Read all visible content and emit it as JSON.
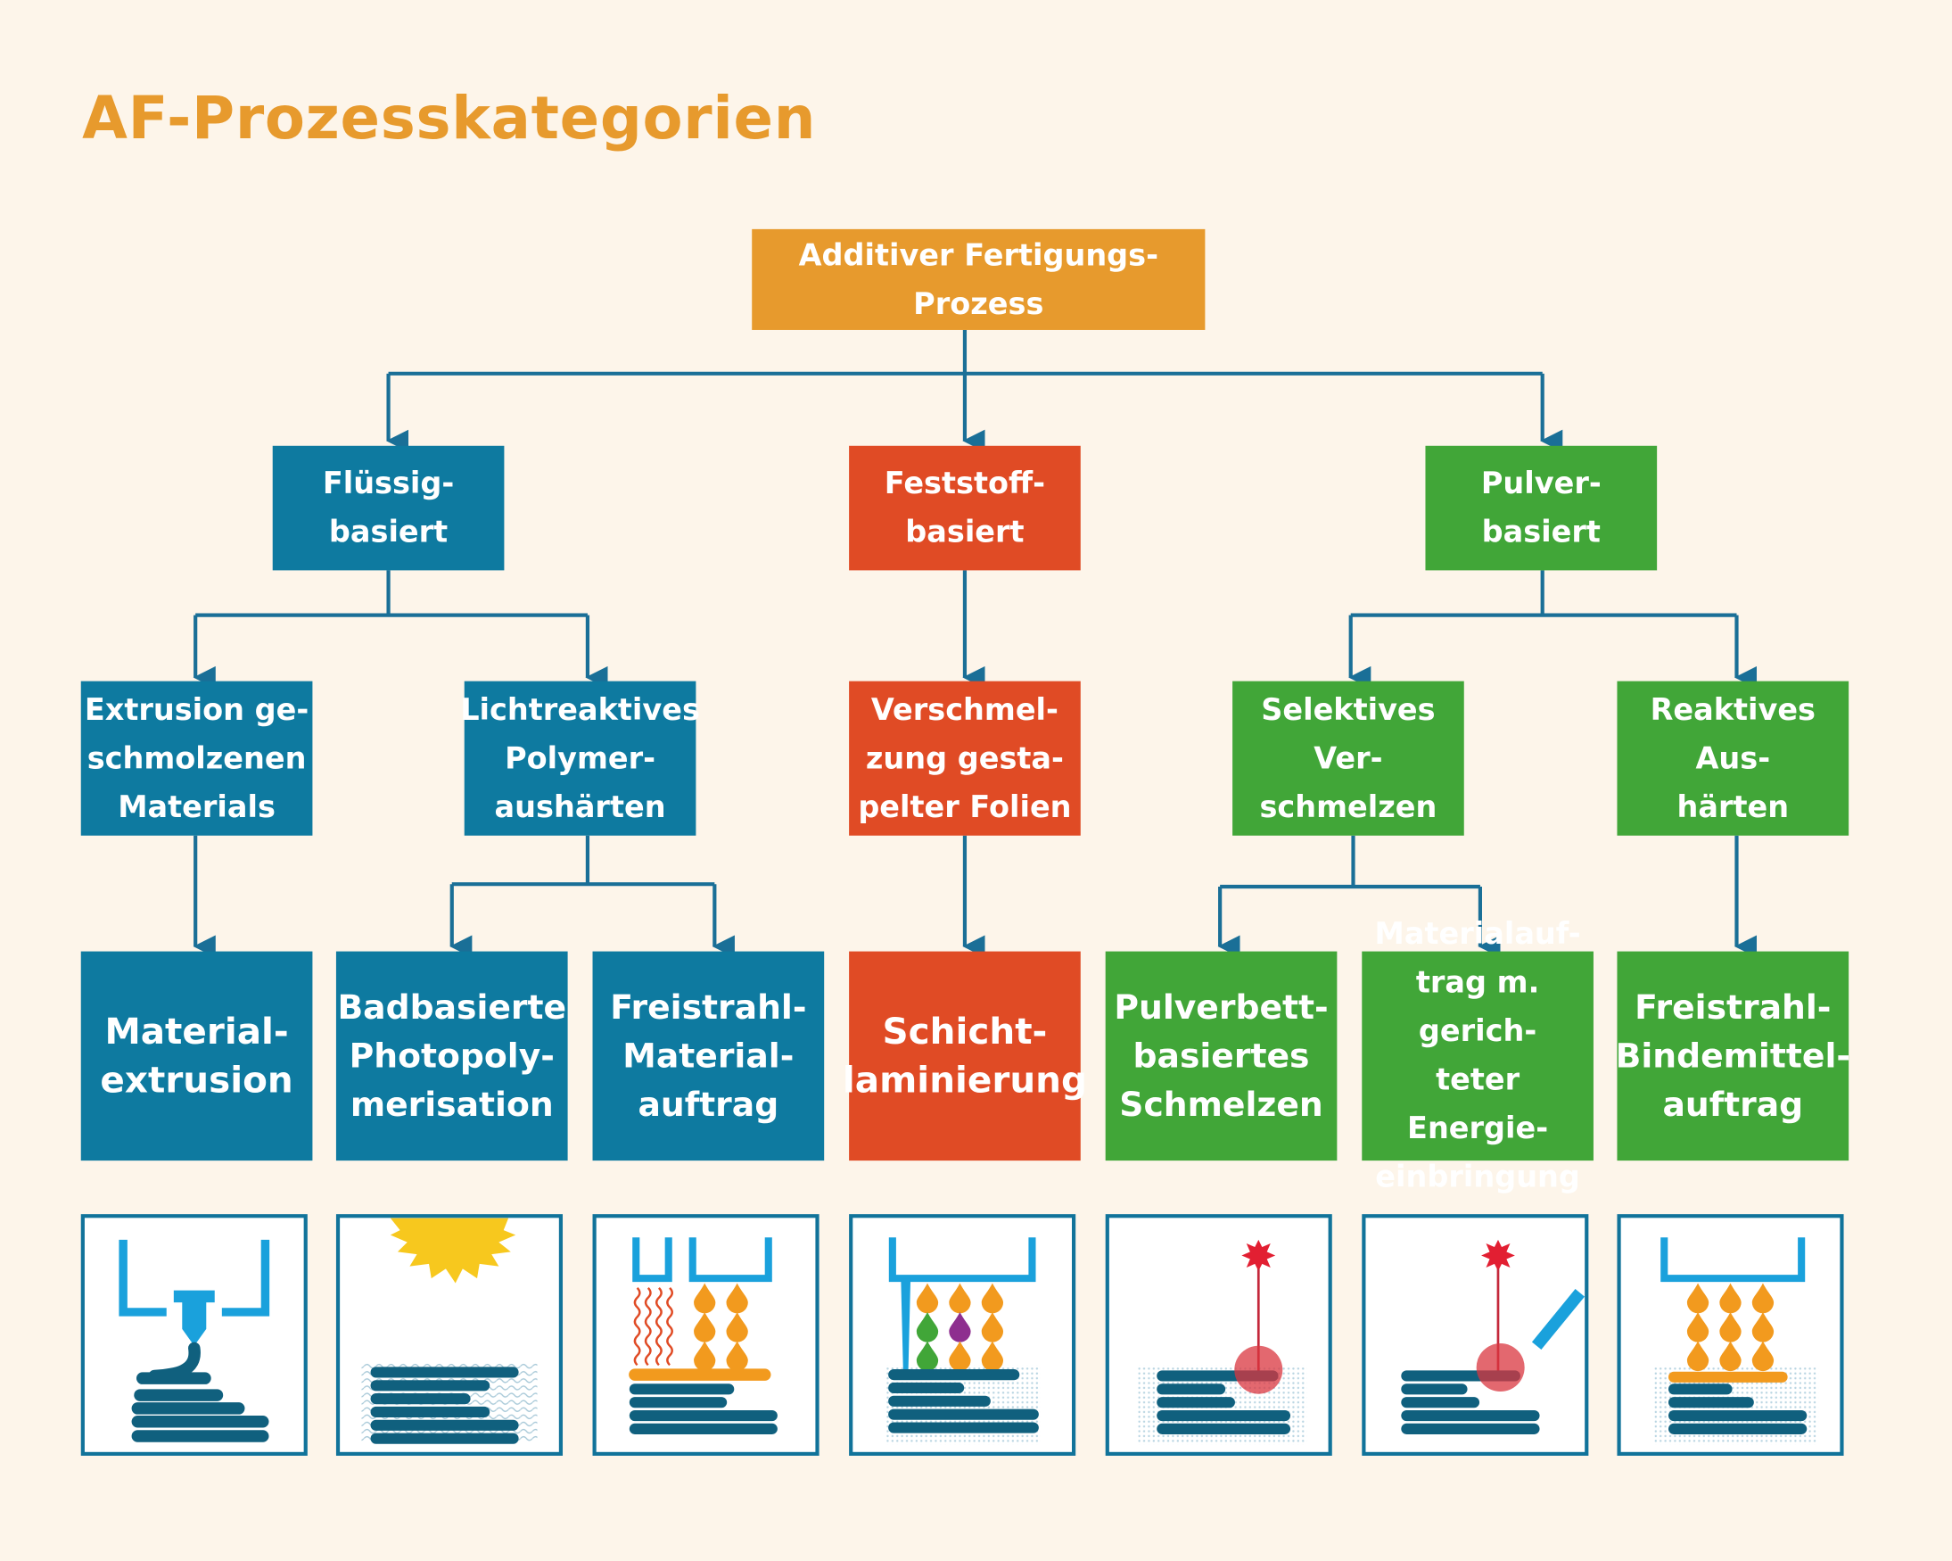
{
  "title": "AF-Prozesskategorien",
  "colors": {
    "accent_orange": "#e79a2d",
    "liquid_blue": "#0e7aa0",
    "solid_red": "#e04b25",
    "powder_green": "#41a638",
    "connector": "#1a6f97",
    "background": "#fdf5ea"
  },
  "root": "Additiver Fertigungs-\nProzess",
  "categories": {
    "liquid": "Flüssig-\nbasiert",
    "solid": "Feststoff-\nbasiert",
    "powder": "Pulver-\nbasiert"
  },
  "subcategories": {
    "extrusion": "Extrusion ge-\nschmolzenen\nMaterials",
    "photopolymer": "Lichtreaktives\nPolymer-\naushärten",
    "foil": "Verschmel-\nzung gesta-\npelter Folien",
    "selective": "Selektives Ver-\nschmelzen",
    "reactive": "Reaktives Aus-\nhärten"
  },
  "processes": [
    "Material-\nextrusion",
    "Badbasierte\nPhotopoly-\nmerisation",
    "Freistrahl-\nMaterial-\nauftrag",
    "Schicht-\nlaminierung",
    "Pulverbett-\nbasiertes\nSchmelzen",
    "Materialauf-\ntrag m. gerich-\nteter Energie-\neinbringung",
    "Freistrahl-\nBindemittel-\nauftrag"
  ],
  "illustrations": [
    "extrusion-nozzle-icon",
    "vat-photopolymerization-icon",
    "material-jetting-icon",
    "sheet-lamination-icon",
    "powder-bed-fusion-icon",
    "directed-energy-deposition-icon",
    "binder-jetting-icon"
  ]
}
